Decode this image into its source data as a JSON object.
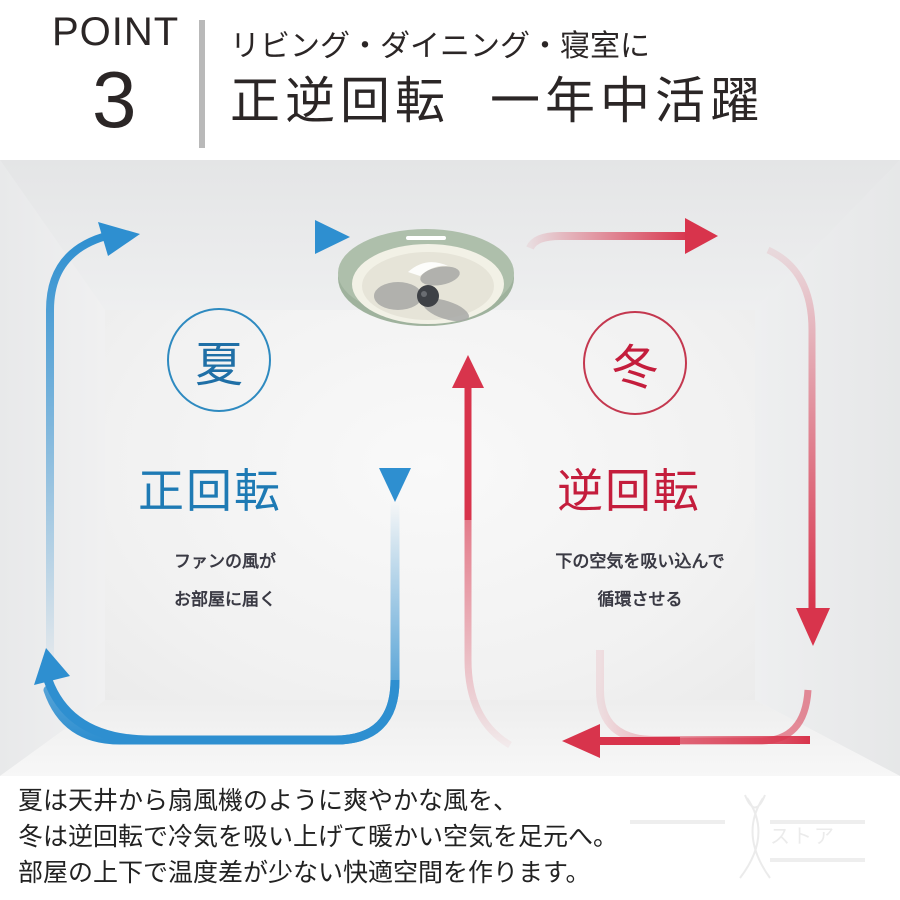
{
  "header": {
    "point_label": "POINT",
    "point_number": "3",
    "subtitle": "リビング・ダイニング・寝室に",
    "title_part1": "正逆回転",
    "title_part2": "一年中活躍"
  },
  "illustration": {
    "summer": {
      "season_badge": "夏",
      "mode_label": "正回転",
      "description_line1": "ファンの風が",
      "description_line2": "お部屋に届く",
      "color": "#1e7ab4"
    },
    "winter": {
      "season_badge": "冬",
      "mode_label": "逆回転",
      "description_line1": "下の空気を吸い込んで",
      "description_line2": "循環させる",
      "color": "#c41d3c"
    },
    "fan_color": "#9fb29d"
  },
  "footer": {
    "line1": "夏は天井から扇風機のように爽やかな風を、",
    "line2": "冬は逆回転で冷気を吸い上げて暖かい空気を足元へ。",
    "line3": "部屋の上下で温度差が少ない快適空間を作ります。"
  },
  "watermark": {
    "text": "ストア"
  }
}
